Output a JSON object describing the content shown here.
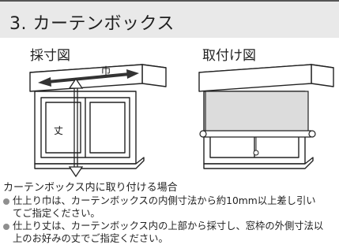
{
  "header": {
    "title": "3. カーテンボックス"
  },
  "figures": {
    "measure": {
      "label": "採寸図",
      "width_mark": "巾",
      "height_mark": "丈"
    },
    "install": {
      "label": "取付け図"
    }
  },
  "text": {
    "heading": "カーテンボックス内に取り付ける場合",
    "bullets": [
      {
        "line1": "仕上り巾は、カーテンボックスの内側寸法から約10mm以上差し引い",
        "line2": "てご指定ください。"
      },
      {
        "line1": "仕上り丈は、カーテンボックス内の上部から採寸し、窓枠の外側寸法以",
        "line2": "上のお好みの丈でご指定ください。"
      }
    ]
  }
}
